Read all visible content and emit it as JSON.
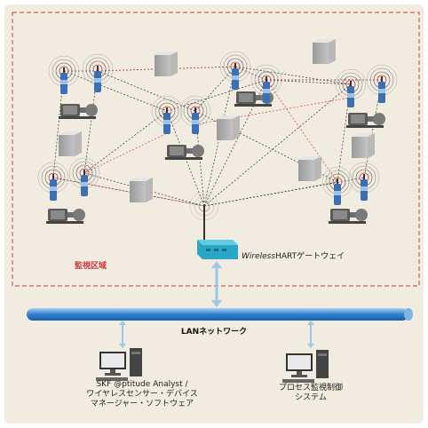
{
  "zone_label": "監視区域",
  "gateway_label_italic": "Wireless",
  "gateway_label_rest": "HARTゲートウェイ",
  "lan_label": "LANネットワーク",
  "pc1_caption": [
    "SKF @ptitude Analyst /",
    "ワイヤレスセンサー・デバイス",
    "マネージャー・ソフトウェア"
  ],
  "pc2_caption": [
    "プロセス監視制御",
    "システム"
  ],
  "colors": {
    "background": "#f2ebdf",
    "zone_border": "#d0383d",
    "lan_bar": "#2f80d0",
    "gateway": "#2aa6c4",
    "sensor": "#3d6fb5",
    "mesh_black": "#333333",
    "mesh_red": "#d04040"
  },
  "icons": [
    "wireless-sensor-icon",
    "pump-motor-icon",
    "obstacle-box-icon",
    "gateway-icon",
    "computer-icon"
  ]
}
